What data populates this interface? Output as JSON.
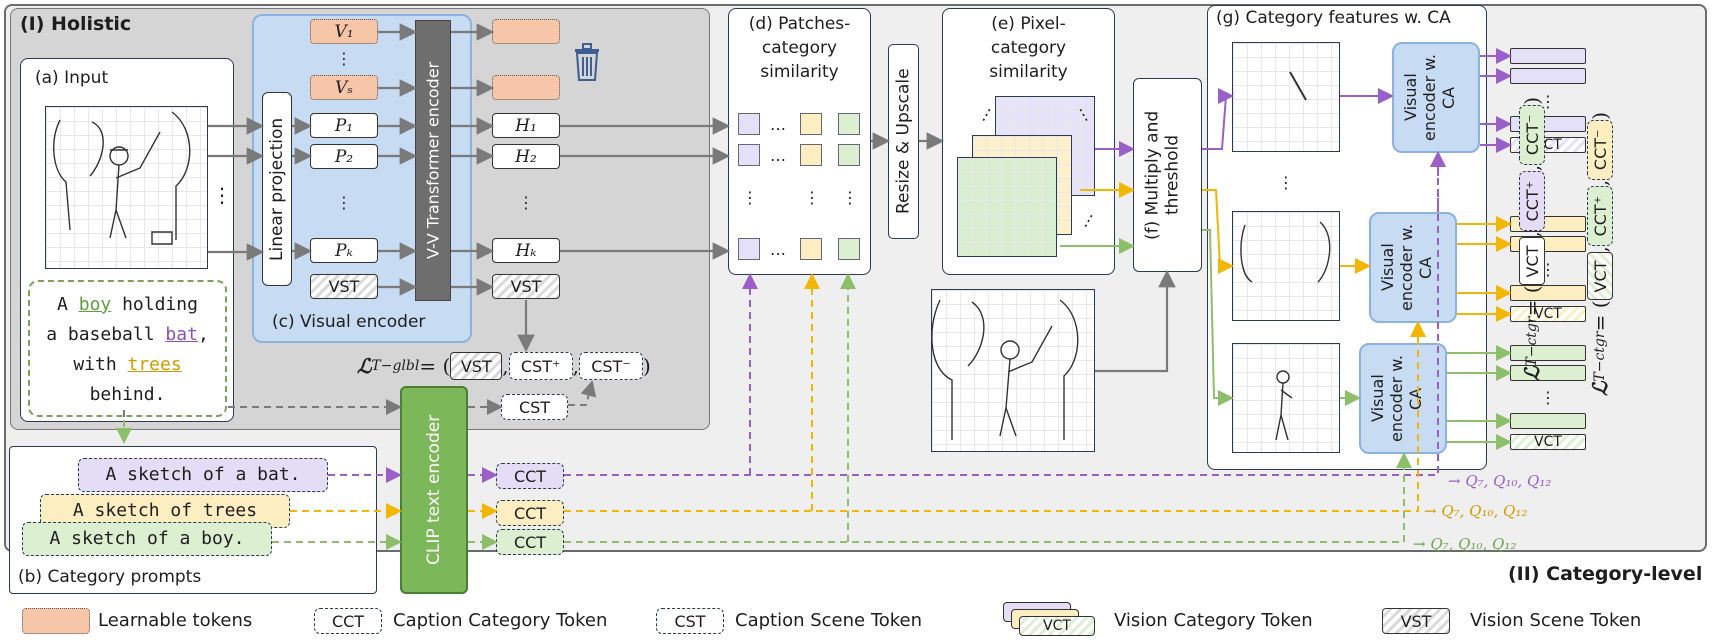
{
  "holistic": {
    "title": "(I) Holistic"
  },
  "category_level": {
    "title": "(II) Category-level"
  },
  "input": {
    "title": "(a) Input"
  },
  "caption": {
    "line1_pre": "A ",
    "line1_boy": "boy",
    "line1_post": " holding",
    "line2_pre": "a baseball ",
    "line2_bat": "bat",
    "line2_post": ",",
    "line3_pre": "with ",
    "line3_trees": "trees",
    "line4": "behind."
  },
  "prompts": {
    "title": "(b) Category prompts",
    "bat": "A sketch of a bat.",
    "trees": "A sketch of trees",
    "boy": "A sketch of a boy."
  },
  "visual_encoder": {
    "title": "(c) Visual encoder",
    "linear_projection": "Linear projection",
    "transformer": "V-V Transformer encoder",
    "v1": "V₁",
    "vs": "Vₛ",
    "p1": "P₁",
    "p2": "P₂",
    "pk": "Pₖ",
    "vst": "VST",
    "h1": "H₁",
    "h2": "H₂",
    "hk": "Hₖ",
    "dots": "⋮"
  },
  "clip_text_encoder": "CLIP text encoder",
  "cst": "CST",
  "cct": "CCT",
  "vct": "VCT",
  "loss_glbl": "ℒ",
  "loss_glbl_sub": "T−glbl",
  "loss_glbl_eq": " = (",
  "loss_glbl_vst": "VST",
  "loss_glbl_cstp": "CST⁺",
  "loss_glbl_cstm": "CST⁻",
  "loss_close": ")",
  "patches": {
    "title1": "(d) Patches-",
    "title2": "category",
    "title3": "similarity",
    "ellipsis_h": "…",
    "ellipsis_v": "⋮"
  },
  "resize": "Resize & Upscale",
  "pixel": {
    "title1": "(e) Pixel-",
    "title2": "category",
    "title3": "similarity"
  },
  "multiply": "(f) Multiply and threshold",
  "category_features": {
    "title": "(g) Category features w. CA",
    "encoder": "Visual encoder w. CA"
  },
  "loss_ctgr_sub": "T−ctgr",
  "loss_ctgr_cctp": "CCT⁺",
  "loss_ctgr_cctm": "CCT⁻",
  "queries": "→ Q₇, Q₁₀, Q₁₂",
  "legend": {
    "learnable": "Learnable tokens",
    "cct_abbr": "CCT",
    "cct": "Caption Category Token",
    "cst_abbr": "CST",
    "cst": "Caption Scene Token",
    "vct_abbr": "VCT",
    "vct": "Vision Category Token",
    "vst_abbr": "VST",
    "vst": "Vision Scene Token"
  },
  "colors": {
    "purple": "#9b5fc9",
    "yellow": "#f2b705",
    "green": "#8dbf6a",
    "gray_arrow": "#7a7a7a",
    "visual_encoder_fill": "#c7dbf2",
    "clip_fill": "#7cb85a",
    "transformer_fill": "#6e6e6e",
    "learnable_fill": "#f7c6a8"
  },
  "icons": [
    "trash-icon",
    "arrow-icon"
  ]
}
